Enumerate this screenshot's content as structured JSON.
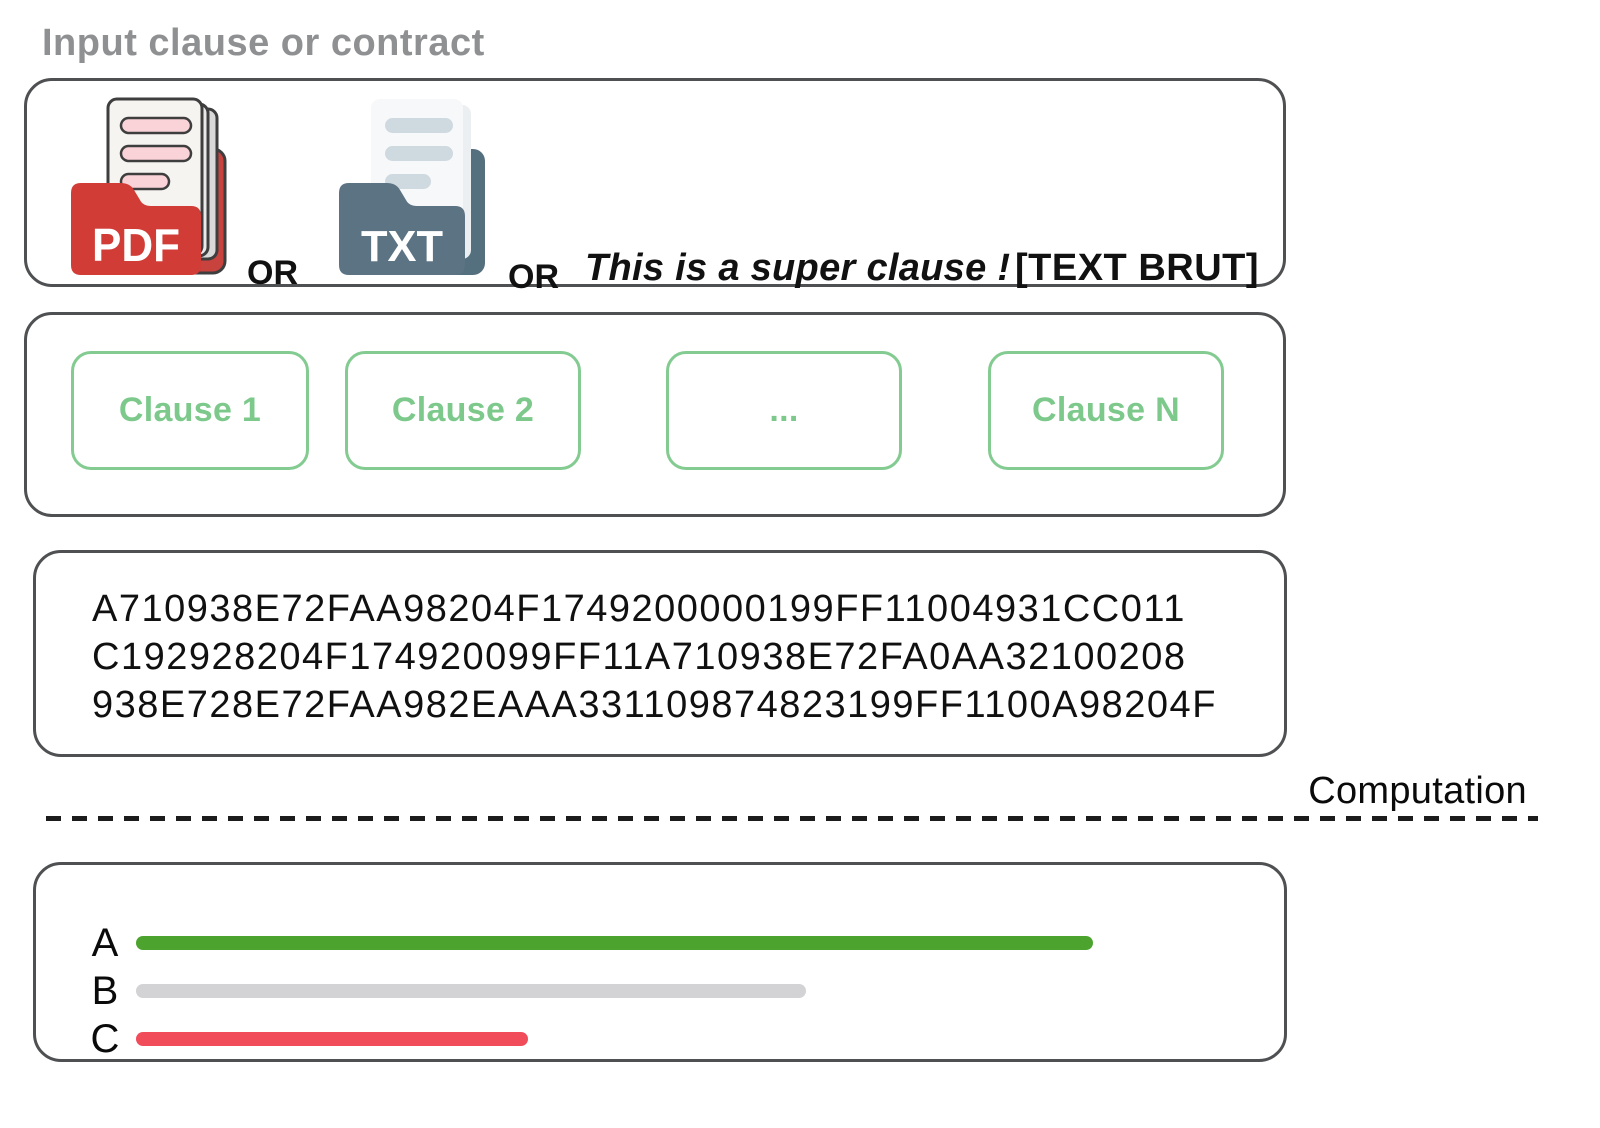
{
  "header": {
    "label": "Input clause or contract"
  },
  "input_box": {
    "pdf_icon_label": "PDF",
    "txt_icon_label": "TXT",
    "or_1": "OR",
    "or_2": "OR",
    "sample_text": "This is a super clause !",
    "raw_tag": "[TEXT BRUT]"
  },
  "clauses_box": {
    "items": [
      {
        "label": "Clause 1"
      },
      {
        "label": "Clause 2"
      },
      {
        "label": "..."
      },
      {
        "label": "Clause N"
      }
    ]
  },
  "hash_box": {
    "lines": [
      "A710938E72FAA98204F1749200000199FF11004931CC011",
      "C192928204F174920099FF11A710938E72FA0AA32100208",
      "938E728E72FAA982EAAA331109874823199FF1100A98204F"
    ]
  },
  "computation": {
    "label": "Computation"
  },
  "results_box": {
    "bars": [
      {
        "label": "A",
        "color": "#4ca42f",
        "value": 100
      },
      {
        "label": "B",
        "color": "#d3d3d5",
        "value": 70
      },
      {
        "label": "C",
        "color": "#f04c59",
        "value": 41
      }
    ]
  },
  "colors": {
    "box_border": "#4e5052",
    "clause_green": "#7dc98c",
    "clause_border": "#83cb90",
    "pdf_red": "#d23c36",
    "txt_slate": "#5b7383",
    "label_gray": "#8e9092",
    "bar_green": "#4ca42f",
    "bar_gray": "#d3d3d5",
    "bar_red": "#f04c59"
  },
  "chart_data": {
    "type": "bar",
    "orientation": "horizontal",
    "categories": [
      "A",
      "B",
      "C"
    ],
    "values": [
      100,
      70,
      41
    ],
    "colors": [
      "#4ca42f",
      "#d3d3d5",
      "#f04c59"
    ],
    "title": "",
    "xlabel": "",
    "ylabel": "",
    "xlim": [
      0,
      100
    ],
    "grid": false,
    "legend": false
  }
}
